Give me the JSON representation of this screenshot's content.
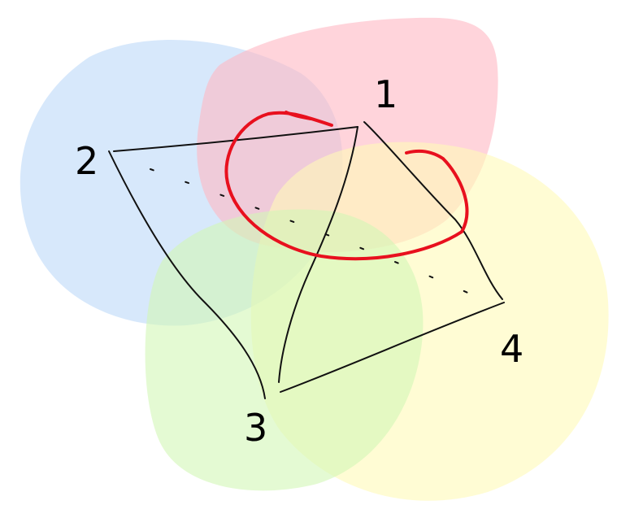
{
  "nodes": [
    {
      "id": "1",
      "label": "1"
    },
    {
      "id": "2",
      "label": "2"
    },
    {
      "id": "3",
      "label": "3"
    },
    {
      "id": "4",
      "label": "4"
    }
  ],
  "regions": [
    {
      "id": "blue",
      "color": "#bcd9f8"
    },
    {
      "id": "red",
      "color": "#ffb8c3"
    },
    {
      "id": "yellow",
      "color": "#fffab8"
    },
    {
      "id": "green",
      "color": "#d2f7b5"
    }
  ],
  "edges": [
    {
      "from": "2",
      "to": "1",
      "style": "solid"
    },
    {
      "from": "1",
      "to": "3",
      "style": "solid"
    },
    {
      "from": "1",
      "to": "4",
      "style": "solid"
    },
    {
      "from": "2",
      "to": "3",
      "style": "solid"
    },
    {
      "from": "3",
      "to": "4",
      "style": "solid"
    },
    {
      "from": "2",
      "to": "4",
      "style": "dashed"
    }
  ],
  "highlight": {
    "color": "#e8101e",
    "shape": "open-loop"
  }
}
